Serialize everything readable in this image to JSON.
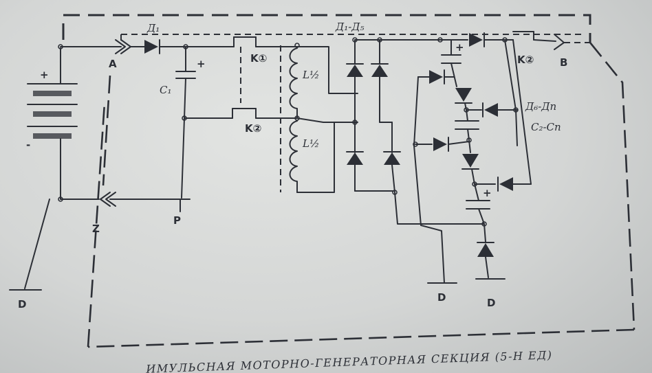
{
  "labels": {
    "A": "A",
    "B": "B",
    "P": "P",
    "Z": "Z",
    "D_left": "D",
    "D_mid": "D",
    "D_right": "D",
    "plus": "+",
    "minus": "-",
    "D1": "Д₁",
    "C1": "C₁",
    "K1": "K①",
    "K2_mid": "K②",
    "K2_top": "K②",
    "L1": "L½",
    "L2": "L½",
    "D1_D5": "Д₁-Д₅",
    "D6_Dn": "Д₆-Дп",
    "C2_Cn": "C₂-Cп"
  },
  "caption": "ИМУЛЬСНАЯ МОТОРНО-ГЕНЕРАТОРНАЯ СЕКЦИЯ (5-Н ЕД)"
}
